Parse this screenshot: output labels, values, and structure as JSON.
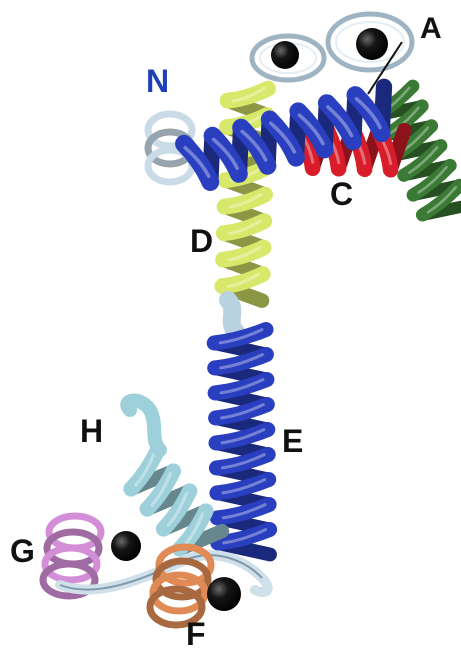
{
  "labels": {
    "A": "A",
    "N": "N",
    "C": "C",
    "D": "D",
    "E": "E",
    "H": "H",
    "G": "G",
    "F": "F"
  },
  "colors": {
    "n_label": "#1f3fb8",
    "label": "#111111",
    "helix_blue": "#2a3fbf",
    "helix_yellow": "#d8e86a",
    "helix_red": "#d81c2a",
    "helix_green": "#3a7a35",
    "helix_lightblue": "#9ed0dc",
    "helix_pale": "#c9dbe6",
    "helix_pink": "#d48ed8",
    "helix_orange": "#e08a55",
    "ion": "#0a0a0a"
  }
}
